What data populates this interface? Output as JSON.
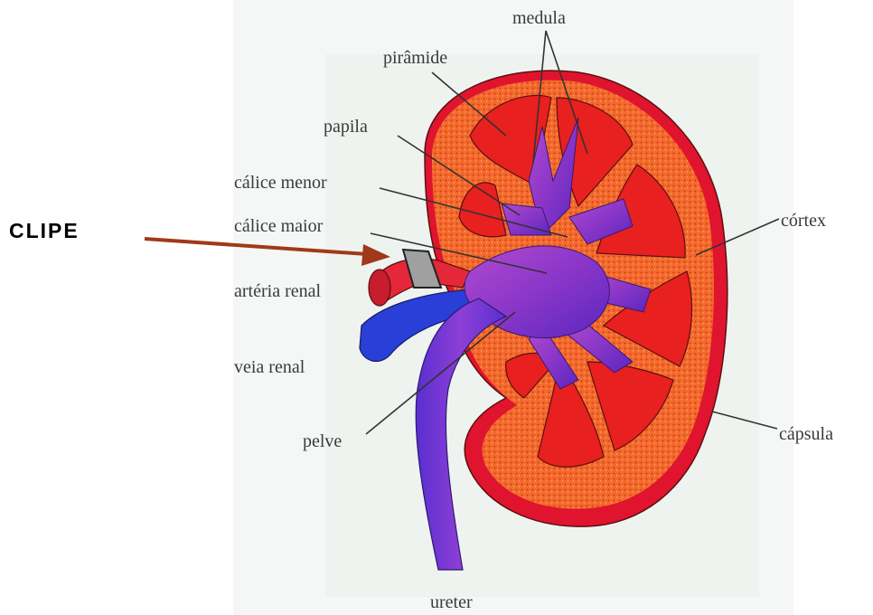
{
  "diagram": {
    "labels": {
      "medula": "medula",
      "piramide": "pirâmide",
      "papila": "papila",
      "calice_menor": "cálice menor",
      "calice_maior": "cálice maior",
      "arteria_renal": "artéria renal",
      "veia_renal": "veia renal",
      "pelve": "pelve",
      "ureter": "ureter",
      "cortex": "córtex",
      "capsula": "cápsula"
    },
    "annotation": {
      "clipe": "CLIPE"
    }
  },
  "colors": {
    "background": "#ffffff",
    "paper": "#f3f6f4",
    "capsule": "#e0142e",
    "cortex": "#f26a2c",
    "medulla": "#e8201f",
    "pelvis": "#7a2fc8",
    "vein": "#2a3fd8",
    "artery": "#e4283a",
    "clip": "#9a9a9a",
    "pointer_arrow": "#a0391a"
  }
}
